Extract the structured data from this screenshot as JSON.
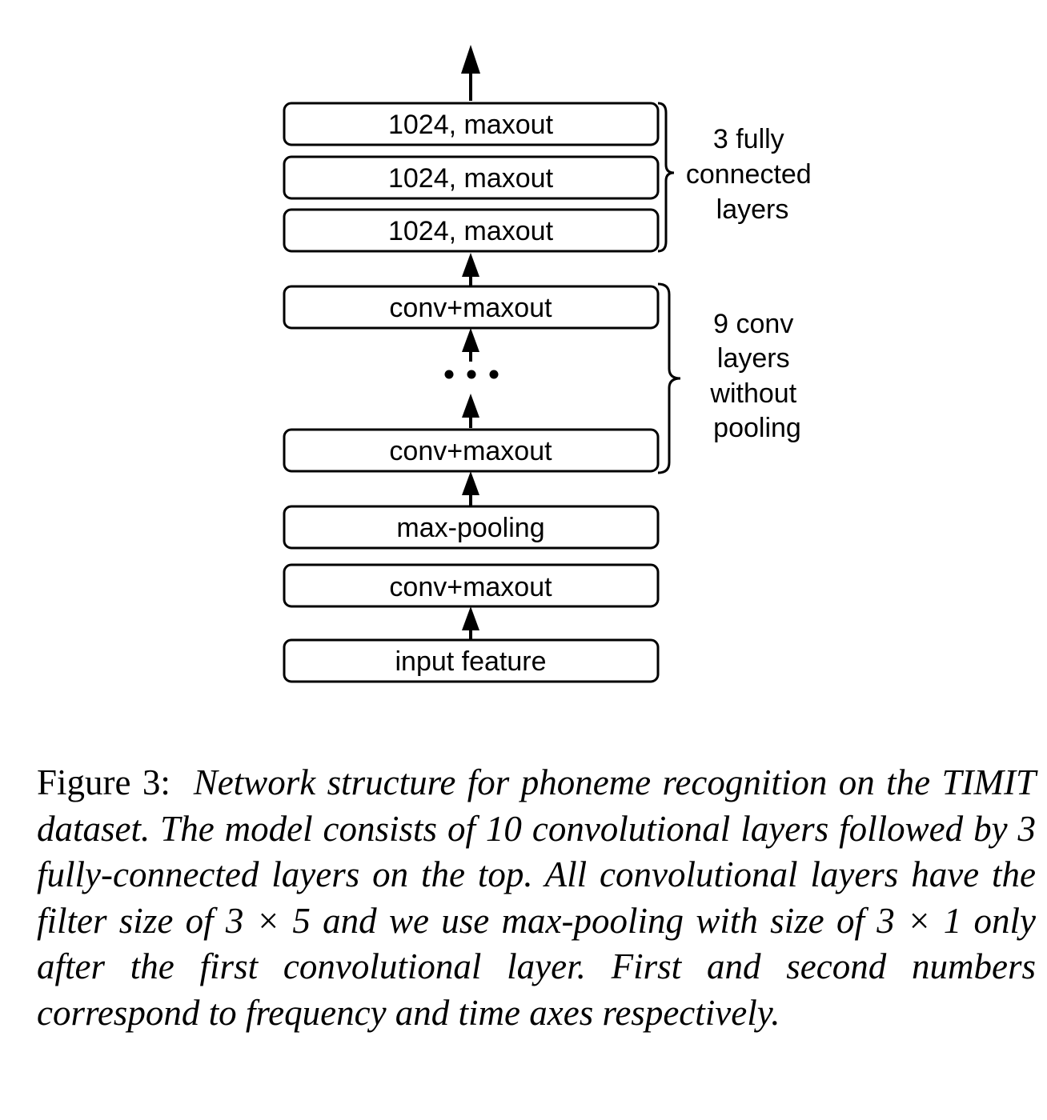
{
  "diagram": {
    "boxes": [
      "1024, maxout",
      "1024, maxout",
      "1024, maxout",
      "conv+maxout",
      "conv+maxout",
      "max-pooling",
      "conv+maxout",
      "input  feature"
    ],
    "bracket_fc": [
      "3 fully",
      "connected",
      "layers"
    ],
    "bracket_conv": [
      "9 conv",
      "layers",
      "without",
      "pooling"
    ],
    "ellipsis": "• • •"
  },
  "caption": {
    "label": "Figure 3:",
    "text": "Network structure for phoneme recognition on the TIMIT dataset. The model consists of 10 convolutional layers followed by 3 fully-connected layers on the top. All convolutional layers have the filter size of 3 × 5 and we use max-pooling with size of 3 × 1 only after the first convolutional layer. First and second numbers correspond to frequency and time axes respectively."
  }
}
